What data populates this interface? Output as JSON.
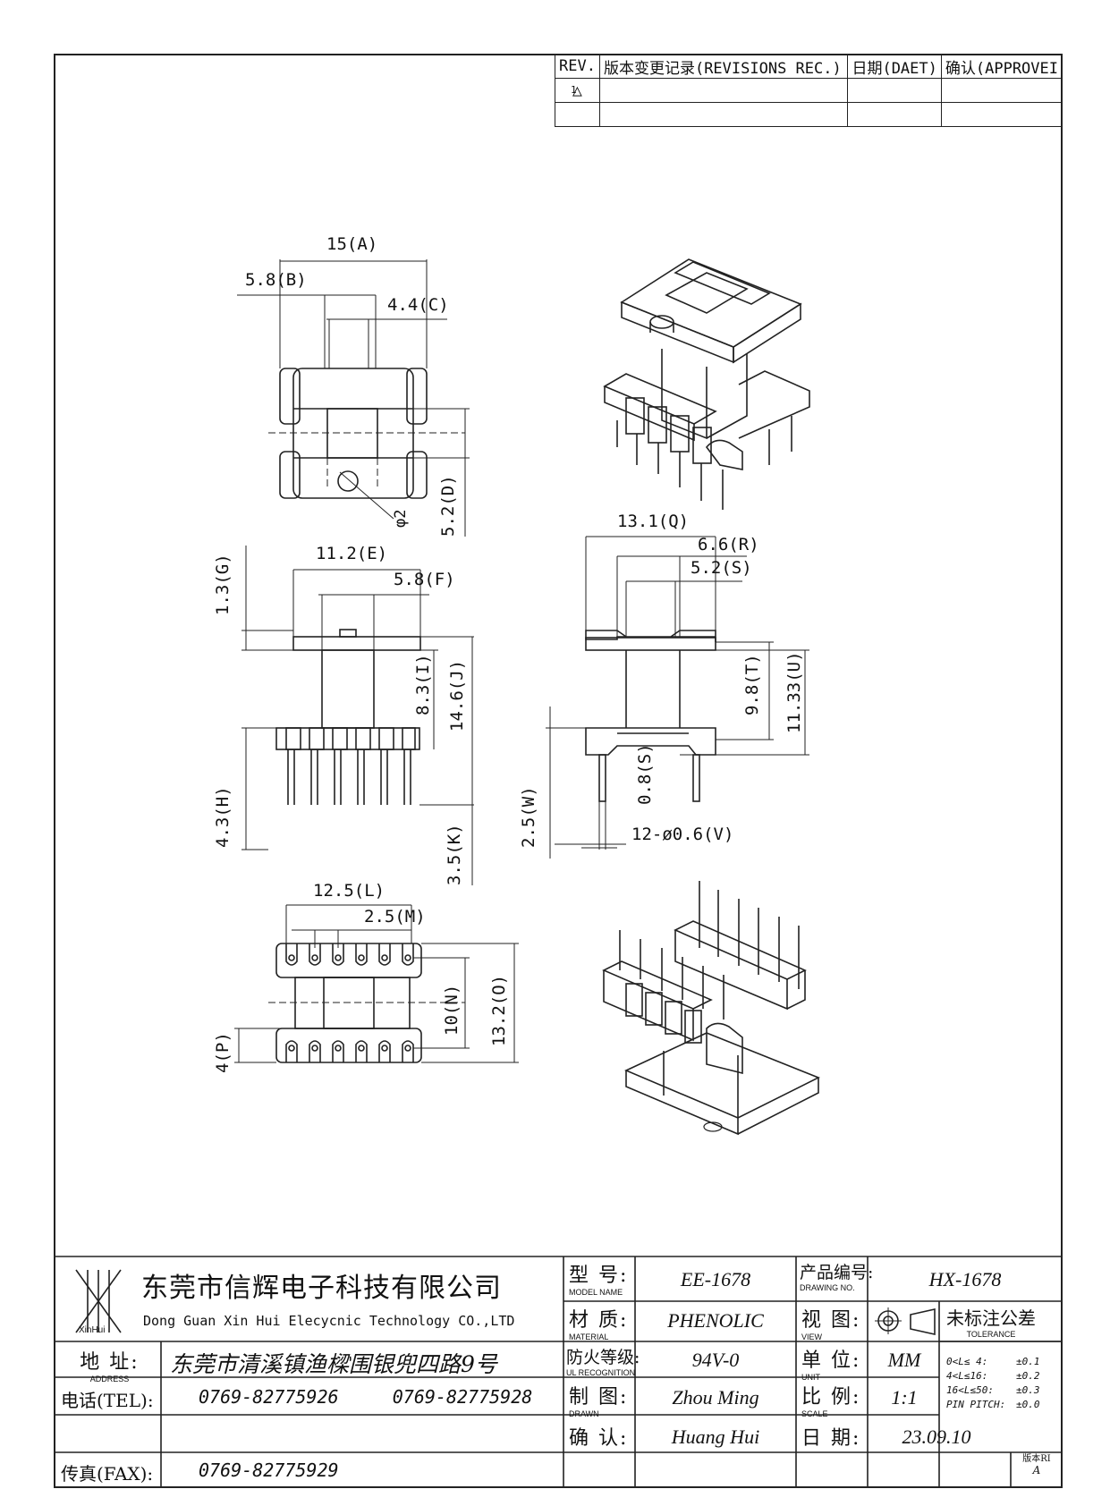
{
  "revisions": {
    "headers": [
      "REV.",
      "版本变更记录(REVISIONS REC.)",
      "日期(DAET)",
      "确认(APPROVEI"
    ],
    "row1_rev": "1"
  },
  "dimensions": {
    "A": "15(A)",
    "B": "5.8(B)",
    "C": "4.4(C)",
    "D": "5.2(D)",
    "phi": "φ2",
    "E": "11.2(E)",
    "F": "5.8(F)",
    "G": "1.3(G)",
    "I": "8.3(I)",
    "J": "14.6(J)",
    "H": "4.3(H)",
    "K": "3.5(K)",
    "Q": "13.1(Q)",
    "R": "6.6(R)",
    "S_top": "5.2(S)",
    "T": "9.8(T)",
    "U": "11.33(U)",
    "W": "2.5(W)",
    "S_bottom": "0.8(S)",
    "V": "12-ø0.6(V)",
    "L": "12.5(L)",
    "M": "2.5(M)",
    "N": "10(N)",
    "O": "13.2(O)",
    "P": "4(P)"
  },
  "company": {
    "logo_text": "XinHui",
    "name_zh": "东莞市信辉电子科技有限公司",
    "name_en": "Dong Guan Xin Hui Elecycnic Technology CO.,LTD",
    "address_label_zh": "地  址:",
    "address_label_en": "ADDRESS",
    "address": "东莞市清溪镇渔樑围银兜四路9号",
    "tel_label": "电话(TEL):",
    "tel": "0769-82775926     0769-82775928",
    "fax_label": "传真(FAX):",
    "fax": "0769-82775929"
  },
  "fields": {
    "model_label_zh": "型  号:",
    "model_label_en": "MODEL NAME",
    "model": "EE-1678",
    "material_label_zh": "材  质:",
    "material_label_en": "MATERIAL",
    "material": "PHENOLIC",
    "ul_label_zh": "防火等级:",
    "ul_label_en": "UL RECOGNITION",
    "ul": "94V-0",
    "drawn_label_zh": "制  图:",
    "drawn_label_en": "DRAWN",
    "drawn": "Zhou Ming",
    "confirm_label_zh": "确  认:",
    "confirm": "Huang Hui",
    "drawing_no_label_zh": "产品编号:",
    "drawing_no_label_en": "DRAWING NO.",
    "drawing_no": "HX-1678",
    "view_label_zh": "视  图:",
    "view_label_en": "VIEW",
    "tolerance_label_zh": "未标注公差",
    "tolerance_label_en": "TOLERANCE",
    "unit_label_zh": "单  位:",
    "unit_label_en": "UNIT",
    "unit": "MM",
    "scale_label_zh": "比  例:",
    "scale_label_en": "SCALE",
    "scale": "1:1",
    "date_label_zh": "日  期:",
    "date": "23.09.10",
    "version_label": "版本RI",
    "version": "A"
  },
  "tolerance": [
    {
      "range": "0<L≤ 4:",
      "value": "±0.1"
    },
    {
      "range": "4<L≤16:",
      "value": "±0.2"
    },
    {
      "range": "16<L≤50:",
      "value": "±0.3"
    },
    {
      "range": "PIN PITCH:",
      "value": "±0.0"
    }
  ]
}
